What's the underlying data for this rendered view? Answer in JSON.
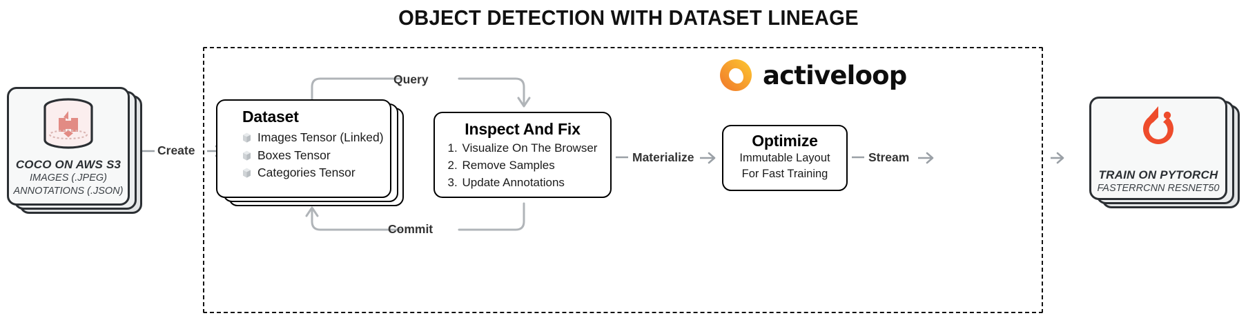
{
  "title": "OBJECT DETECTION WITH DATASET LINEAGE",
  "brand": {
    "name": "activeloop",
    "logo_icon": "activeloop-ring-icon",
    "colors": {
      "orange": "#F5A623",
      "orange_dark": "#F0762B",
      "yellow": "#FDC830"
    }
  },
  "source_card": {
    "icon": "aws-s3-bucket-cylinder-icon",
    "title": "COCO ON AWS S3",
    "lines": [
      "IMAGES (.JPEG)",
      "ANNOTATIONS (.JSON)"
    ],
    "icon_color": "#E28B84"
  },
  "dataset_box": {
    "heading": "Dataset",
    "items": [
      {
        "icon": "cube-icon",
        "label": "Images Tensor (Linked)"
      },
      {
        "icon": "cube-icon",
        "label": "Boxes Tensor"
      },
      {
        "icon": "cube-icon",
        "label": "Categories Tensor"
      }
    ]
  },
  "inspect_box": {
    "heading": "Inspect And Fix",
    "steps": [
      {
        "num": "1.",
        "label": "Visualize On The Browser"
      },
      {
        "num": "2.",
        "label": "Remove Samples"
      },
      {
        "num": "3.",
        "label": "Update Annotations"
      }
    ]
  },
  "optimize_box": {
    "heading": "Optimize",
    "lines": [
      "Immutable Layout",
      "For Fast Training"
    ]
  },
  "target_card": {
    "icon": "pytorch-flame-icon",
    "title": "TRAIN ON PYTORCH",
    "lines": [
      "FASTERRCNN RESNET50"
    ],
    "icon_color": "#EE4C2C"
  },
  "flow_labels": {
    "create": "Create",
    "query": "Query",
    "commit": "Commit",
    "materialize": "Materialize",
    "stream": "Stream"
  }
}
